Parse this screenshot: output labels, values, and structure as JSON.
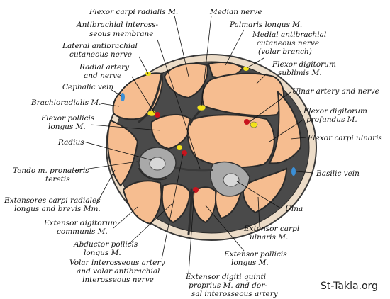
{
  "labels": {
    "flexor_carpi_radialis": "Flexor carpi radialis M.",
    "median_nerve": "Median nerve",
    "antibrachial_line1": "Antibrachial inteross-",
    "antibrachial_line2": "seous membrane",
    "palmaris_longus": "Palmaris longus M.",
    "medial_antibrachial_line1": "Medial antibrachial",
    "medial_antibrachial_line2": "cutaneous nerve",
    "medial_antibrachial_line3": "(volar branch)",
    "lateral_antibrachial_line1": "Lateral antibrachial",
    "lateral_antibrachial_line2": "cutaneous nerve",
    "radial_artery_line1": "Radial artery",
    "radial_artery_line2": "and nerve",
    "fds_line1": "Flexor digitorum",
    "fds_line2": "sublimis M.",
    "cephalic_vein": "Cephalic vein",
    "brachioradialis": "Brachioradialis M.",
    "ulnar_artery": "Ulnar artery and nerve",
    "fpl_line1": "Flexor pollicis",
    "fpl_line2": "longus M.",
    "fdp_line1": "Flexor digitorum",
    "fdp_line2": "profundus M.",
    "flexor_carpi_ulnaris": "Flexor carpi ulnaris",
    "radius": "Radius",
    "pronator_line1": "Tendo m. pronatoris",
    "pronator_line2": "teretis",
    "basilic_vein": "Basilic vein",
    "ecr_line1": "Extensores carpi radiales",
    "ecr_line2": "longus and brevis Mm.",
    "ulna": "Ulna",
    "edc_line1": "Extensor digitorum",
    "edc_line2": "communis M.",
    "ecu_line1": "Extensor carpi",
    "ecu_line2": "ulnaris M.",
    "apl_line1": "Abductor pollicis",
    "apl_line2": "longus M.",
    "epl_line1": "Extensor pollicis",
    "epl_line2": "longus M.",
    "volar_line1": "Volar interosseous artery",
    "volar_line2": "and volar antibrachial",
    "volar_line3": "interosseous nerve",
    "edq_line1": "Extensor digiti quinti",
    "edq_line2": "proprius M. and dor-",
    "edq_line3": "sal interosseous artery"
  },
  "watermark": "St-Takla.org",
  "colors": {
    "muscle": "#f6bd90",
    "skin": "#ecdcc8",
    "bone": "#a9a9a9",
    "nerve": "#f2e21a",
    "artery": "#c8141e",
    "vein": "#3b8fd6"
  }
}
